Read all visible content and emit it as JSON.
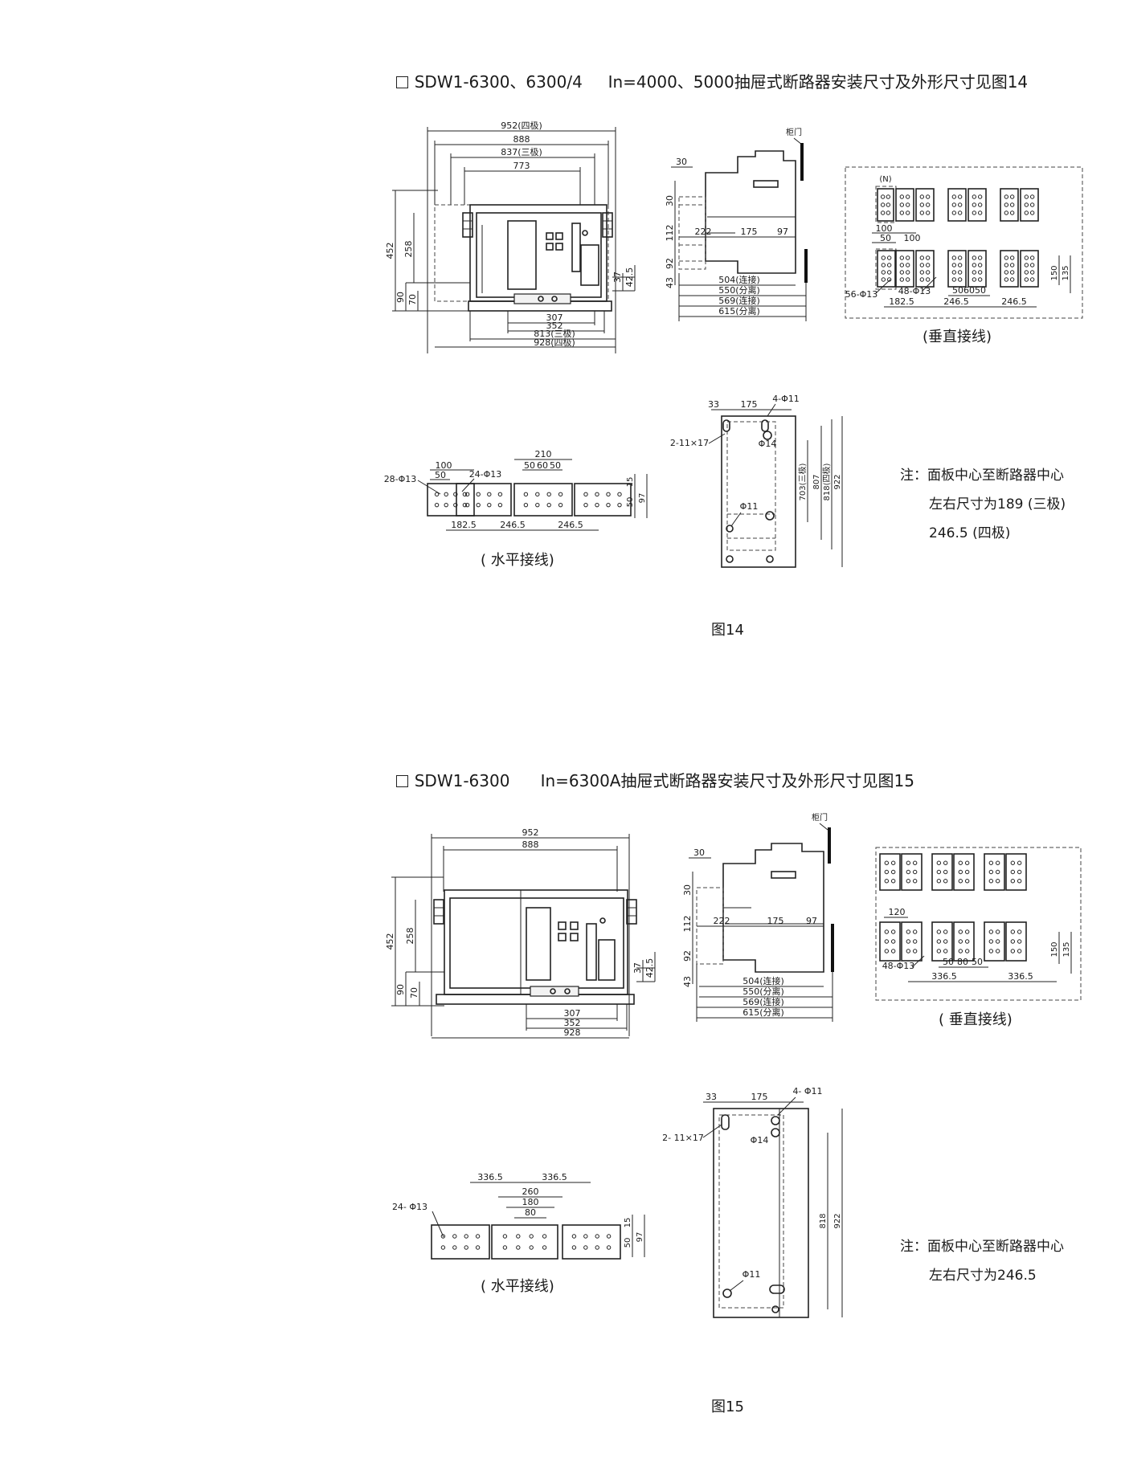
{
  "sections": [
    {
      "heading": "SDW1-6300、6300/4     In=4000、5000抽屉式断路器安装尺寸及外形尺寸见图14",
      "figure_caption": "图14",
      "note": {
        "line1": "注：面板中心至断路器中心",
        "line2": "左右尺寸为189 (三极)",
        "line3": "246.5 (四极)"
      },
      "front_view": {
        "top_dims": [
          "952(四极)",
          "888",
          "837(三极)",
          "773"
        ],
        "left_dims": [
          "452",
          "258",
          "90",
          "70"
        ],
        "right_dims": [
          "37",
          "42.5"
        ],
        "bottom_dims": [
          "307",
          "352",
          "813(三极)",
          "928(四极)"
        ]
      },
      "side_view": {
        "door_label": "柜门",
        "dims": [
          "30",
          "30",
          "112",
          "92",
          "43",
          "222",
          "175",
          "97",
          "504(连接)",
          "550(分离)",
          "569(连接)",
          "615(分离)"
        ]
      },
      "vertical_wiring": {
        "caption": "(垂直接线)",
        "labels": [
          "(N)",
          "100",
          "50",
          "100",
          "56-Φ13",
          "48-Φ13",
          "50",
          "60",
          "50",
          "182.5",
          "246.5",
          "246.5",
          "150",
          "135"
        ]
      },
      "base_view": {
        "labels": [
          "33",
          "175",
          "4-Φ11",
          "2-11×17",
          "Φ14",
          "Φ11",
          "703(三极)",
          "807",
          "818(四极)",
          "922"
        ]
      },
      "horizontal_wiring": {
        "caption": "( 水平接线)",
        "labels": [
          "28-Φ13",
          "100",
          "50",
          "24-Φ13",
          "210",
          "50",
          "60",
          "50",
          "15",
          "50",
          "97",
          "182.5",
          "246.5",
          "246.5"
        ]
      }
    },
    {
      "heading": "SDW1-6300      In=6300A抽屉式断路器安装尺寸及外形尺寸见图15",
      "figure_caption": "图15",
      "note": {
        "line1": "注：面板中心至断路器中心",
        "line2": "左右尺寸为246.5"
      },
      "front_view": {
        "top_dims": [
          "952",
          "888"
        ],
        "left_dims": [
          "452",
          "258",
          "90",
          "70"
        ],
        "right_dims": [
          "37",
          "42.5"
        ],
        "bottom_dims": [
          "307",
          "352",
          "928"
        ]
      },
      "side_view": {
        "door_label": "柜门",
        "dims": [
          "30",
          "30",
          "112",
          "92",
          "43",
          "222",
          "175",
          "97",
          "504(连接)",
          "550(分离)",
          "569(连接)",
          "615(分离)"
        ]
      },
      "vertical_wiring": {
        "caption": "( 垂直接线)",
        "labels": [
          "120",
          "48-Φ13",
          "50",
          "80",
          "50",
          "336.5",
          "336.5",
          "150",
          "135"
        ]
      },
      "base_view": {
        "labels": [
          "33",
          "175",
          "4- Φ11",
          "2- 11×17",
          "Φ14",
          "Φ11",
          "818",
          "922"
        ]
      },
      "horizontal_wiring": {
        "caption": "( 水平接线)",
        "labels": [
          "24- Φ13",
          "336.5",
          "336.5",
          "260",
          "180",
          "80",
          "15",
          "50",
          "97"
        ]
      }
    }
  ]
}
